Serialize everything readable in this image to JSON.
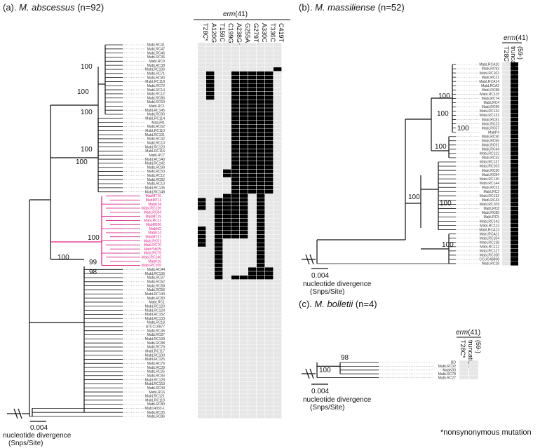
{
  "panels": {
    "a": {
      "title_prefix": "(a). ",
      "species": "M. abscessus",
      "count": " (n=92)",
      "gene": "erm",
      "gene_suffix": "(41)",
      "columns": [
        "T28C*",
        "A120G",
        "T159C",
        "C199G",
        "A238G*",
        "G255A",
        "G279T",
        "A330C",
        "T336C",
        "C419T"
      ],
      "bootstrap": [
        "100",
        "100",
        "100",
        "100",
        "100",
        "100",
        "99",
        "98",
        "100"
      ],
      "scale": "0.004",
      "scale_caption_1": "nucleotide divergence",
      "scale_caption_2": "(Snps/Site)",
      "leaves": [
        "MabLRC41",
        "MabLRC47",
        "MabLRC46",
        "MabLRC36",
        "MabLRC9",
        "MabLRC38",
        "MabLRC106",
        "MabLRC71",
        "MabLRC80",
        "MabLRC118",
        "MabLRC72",
        "MabLRC14",
        "MabLRC12",
        "MabLRC86",
        "MabLRC69",
        "MabLRC1",
        "MabLRC145",
        "MabLRC90",
        "MabLRC114",
        "MabJR1",
        "MabLRC62",
        "MabLRC110",
        "MabLRC101",
        "MabLRC42",
        "MabLRC10",
        "MabLRC123",
        "MabLRC116",
        "MabLRC7",
        "MabLRC140",
        "MabLRC142",
        "MabLRC99",
        "MabLRC53",
        "MabLRC12",
        "MabLRC82",
        "MabLRC13",
        "MabLRC135",
        "MabLRC148",
        "MabMT10",
        "MabMT11",
        "MabK34",
        "MabLRC126",
        "MabLRC84",
        "MabMT19",
        "MabLRC11",
        "MabM036",
        "MabNG",
        "MabK14",
        "MabMT37",
        "MabLRC51",
        "MabLRC70",
        "MabYNKW",
        "MabLRC75",
        "MabLRC146",
        "MabK16",
        "MabLRC105",
        "MabLRC44",
        "MabLRC136",
        "MabLRC37",
        "MabLRC52",
        "MabLRC58",
        "MabLRC56",
        "MabLRC149",
        "MabLRC83",
        "MabLRC1",
        "MabLRC120",
        "MabLRC124",
        "MabLRC152",
        "MabLRC133",
        "MabLRC18",
        "ATCC19977",
        "MabLRC45",
        "MabLRC87",
        "MabLRC139",
        "MabLRC88",
        "MabLRC79",
        "MabLRC117",
        "MabLRC100",
        "MabLRC125",
        "MabLRC76",
        "MabLRC39",
        "MabLRC25",
        "MabLRC93",
        "MabLRC128",
        "MabLRC153",
        "MabLRC40",
        "MabLRC6",
        "MabLRC121",
        "MabLRC119",
        "MabLRC89",
        "Mab14033-1",
        "MabLRC35",
        "MabLRC86"
      ]
    },
    "b": {
      "title_prefix": "(b). ",
      "species": "M. massiliense",
      "count": " (n=52)",
      "gene": "erm",
      "gene_suffix": "(41)",
      "columns": [
        "T28C*",
        "truncation*",
        "(59-)"
      ],
      "bootstrap": [
        "100",
        "100",
        "100",
        "100",
        "100",
        "100",
        "100"
      ],
      "scale": "0.004",
      "scale_caption_1": "nucleotide divergence",
      "scale_caption_2": "(Snps/Site)",
      "leaves": [
        "MabLRCA10",
        "MabLRC92",
        "MabLRC102",
        "MabLRC31",
        "MabLRCA14",
        "MabLRCA2",
        "MabLRC88",
        "MabLRC115",
        "MabLRC74",
        "MabLRC4",
        "MabLRC96",
        "MabLRC132",
        "MabLRC131",
        "MabLRC81",
        "MabLRC23",
        "MabLRC67",
        "MabP4",
        "MabLRC30",
        "MabLRC55",
        "MabLRC91",
        "MabLRC44",
        "MabLRC122",
        "MabLRC33",
        "MabLRC137",
        "MabLRC103",
        "MabLRC30",
        "MabLRC84",
        "MabLRC130",
        "MabLRC144",
        "MabLRC31",
        "MabLRC2",
        "MabLRC133",
        "MabLRC43",
        "MabLRC109",
        "MabLRC8",
        "MabLRC85",
        "MabLRC5",
        "MabLRC143",
        "MabLRC113",
        "MabLRCA13",
        "MabLRCA11",
        "MabLRC104",
        "MabLRC138",
        "MabLRC112",
        "MabLRC127",
        "MabLRC108",
        "CCUG48898",
        "MabLRC28"
      ]
    },
    "c": {
      "title_prefix": "(c). ",
      "species": "M. bolletii",
      "count": " (n=4)",
      "gene": "erm",
      "gene_suffix": "(41)",
      "columns": [
        "T28C*",
        "truncation*",
        "(59-)"
      ],
      "bootstrap": [
        "98",
        "100"
      ],
      "scale": "0.004",
      "scale_caption_1": "nucleotide divergence",
      "scale_caption_2": "(Snps/Site)",
      "leaves": [
        "BD",
        "MabLRC32",
        "MabK30",
        "MabLRC78",
        "MabLRC27"
      ]
    }
  },
  "footnote": "*nonsynonymous mutation",
  "colors": {
    "filled": "#000000",
    "empty": "#e6e6e6",
    "highlight": "#e0218a",
    "tree": "#111111"
  }
}
